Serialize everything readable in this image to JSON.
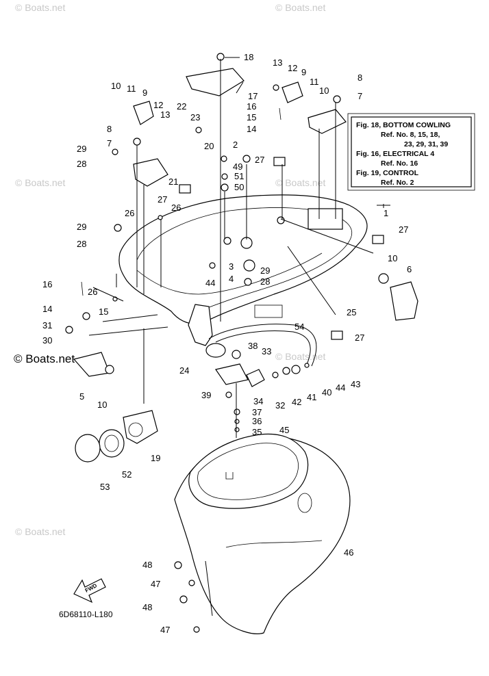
{
  "watermark": "© Boats.net",
  "note_box": {
    "lines": [
      "Fig. 18, BOTTOM COWLING",
      "Ref. No. 8, 15, 18,",
      "23, 29, 31, 39",
      "Fig. 16, ELECTRICAL 4",
      "Ref. No. 16",
      "Fig. 19, CONTROL",
      "Ref. No. 2"
    ]
  },
  "fwd_label": "FWD",
  "diagram_code": "6D68110-L180",
  "callouts": [
    "18",
    "13",
    "12",
    "9",
    "8",
    "17",
    "11",
    "10",
    "7",
    "10",
    "11",
    "9",
    "12",
    "13",
    "22",
    "23",
    "16",
    "15",
    "14",
    "8",
    "7",
    "29",
    "28",
    "2",
    "49",
    "27",
    "51",
    "50",
    "20",
    "21",
    "27",
    "26",
    "1",
    "26",
    "29",
    "28",
    "27",
    "3",
    "29",
    "4",
    "28",
    "10",
    "6",
    "44",
    "16",
    "26",
    "15",
    "14",
    "25",
    "31",
    "54",
    "30",
    "27",
    "38",
    "33",
    "24",
    "5",
    "10",
    "39",
    "34",
    "37",
    "36",
    "35",
    "32",
    "42",
    "41",
    "40",
    "44",
    "43",
    "45",
    "19",
    "52",
    "53",
    "46",
    "48",
    "47",
    "48",
    "47"
  ]
}
